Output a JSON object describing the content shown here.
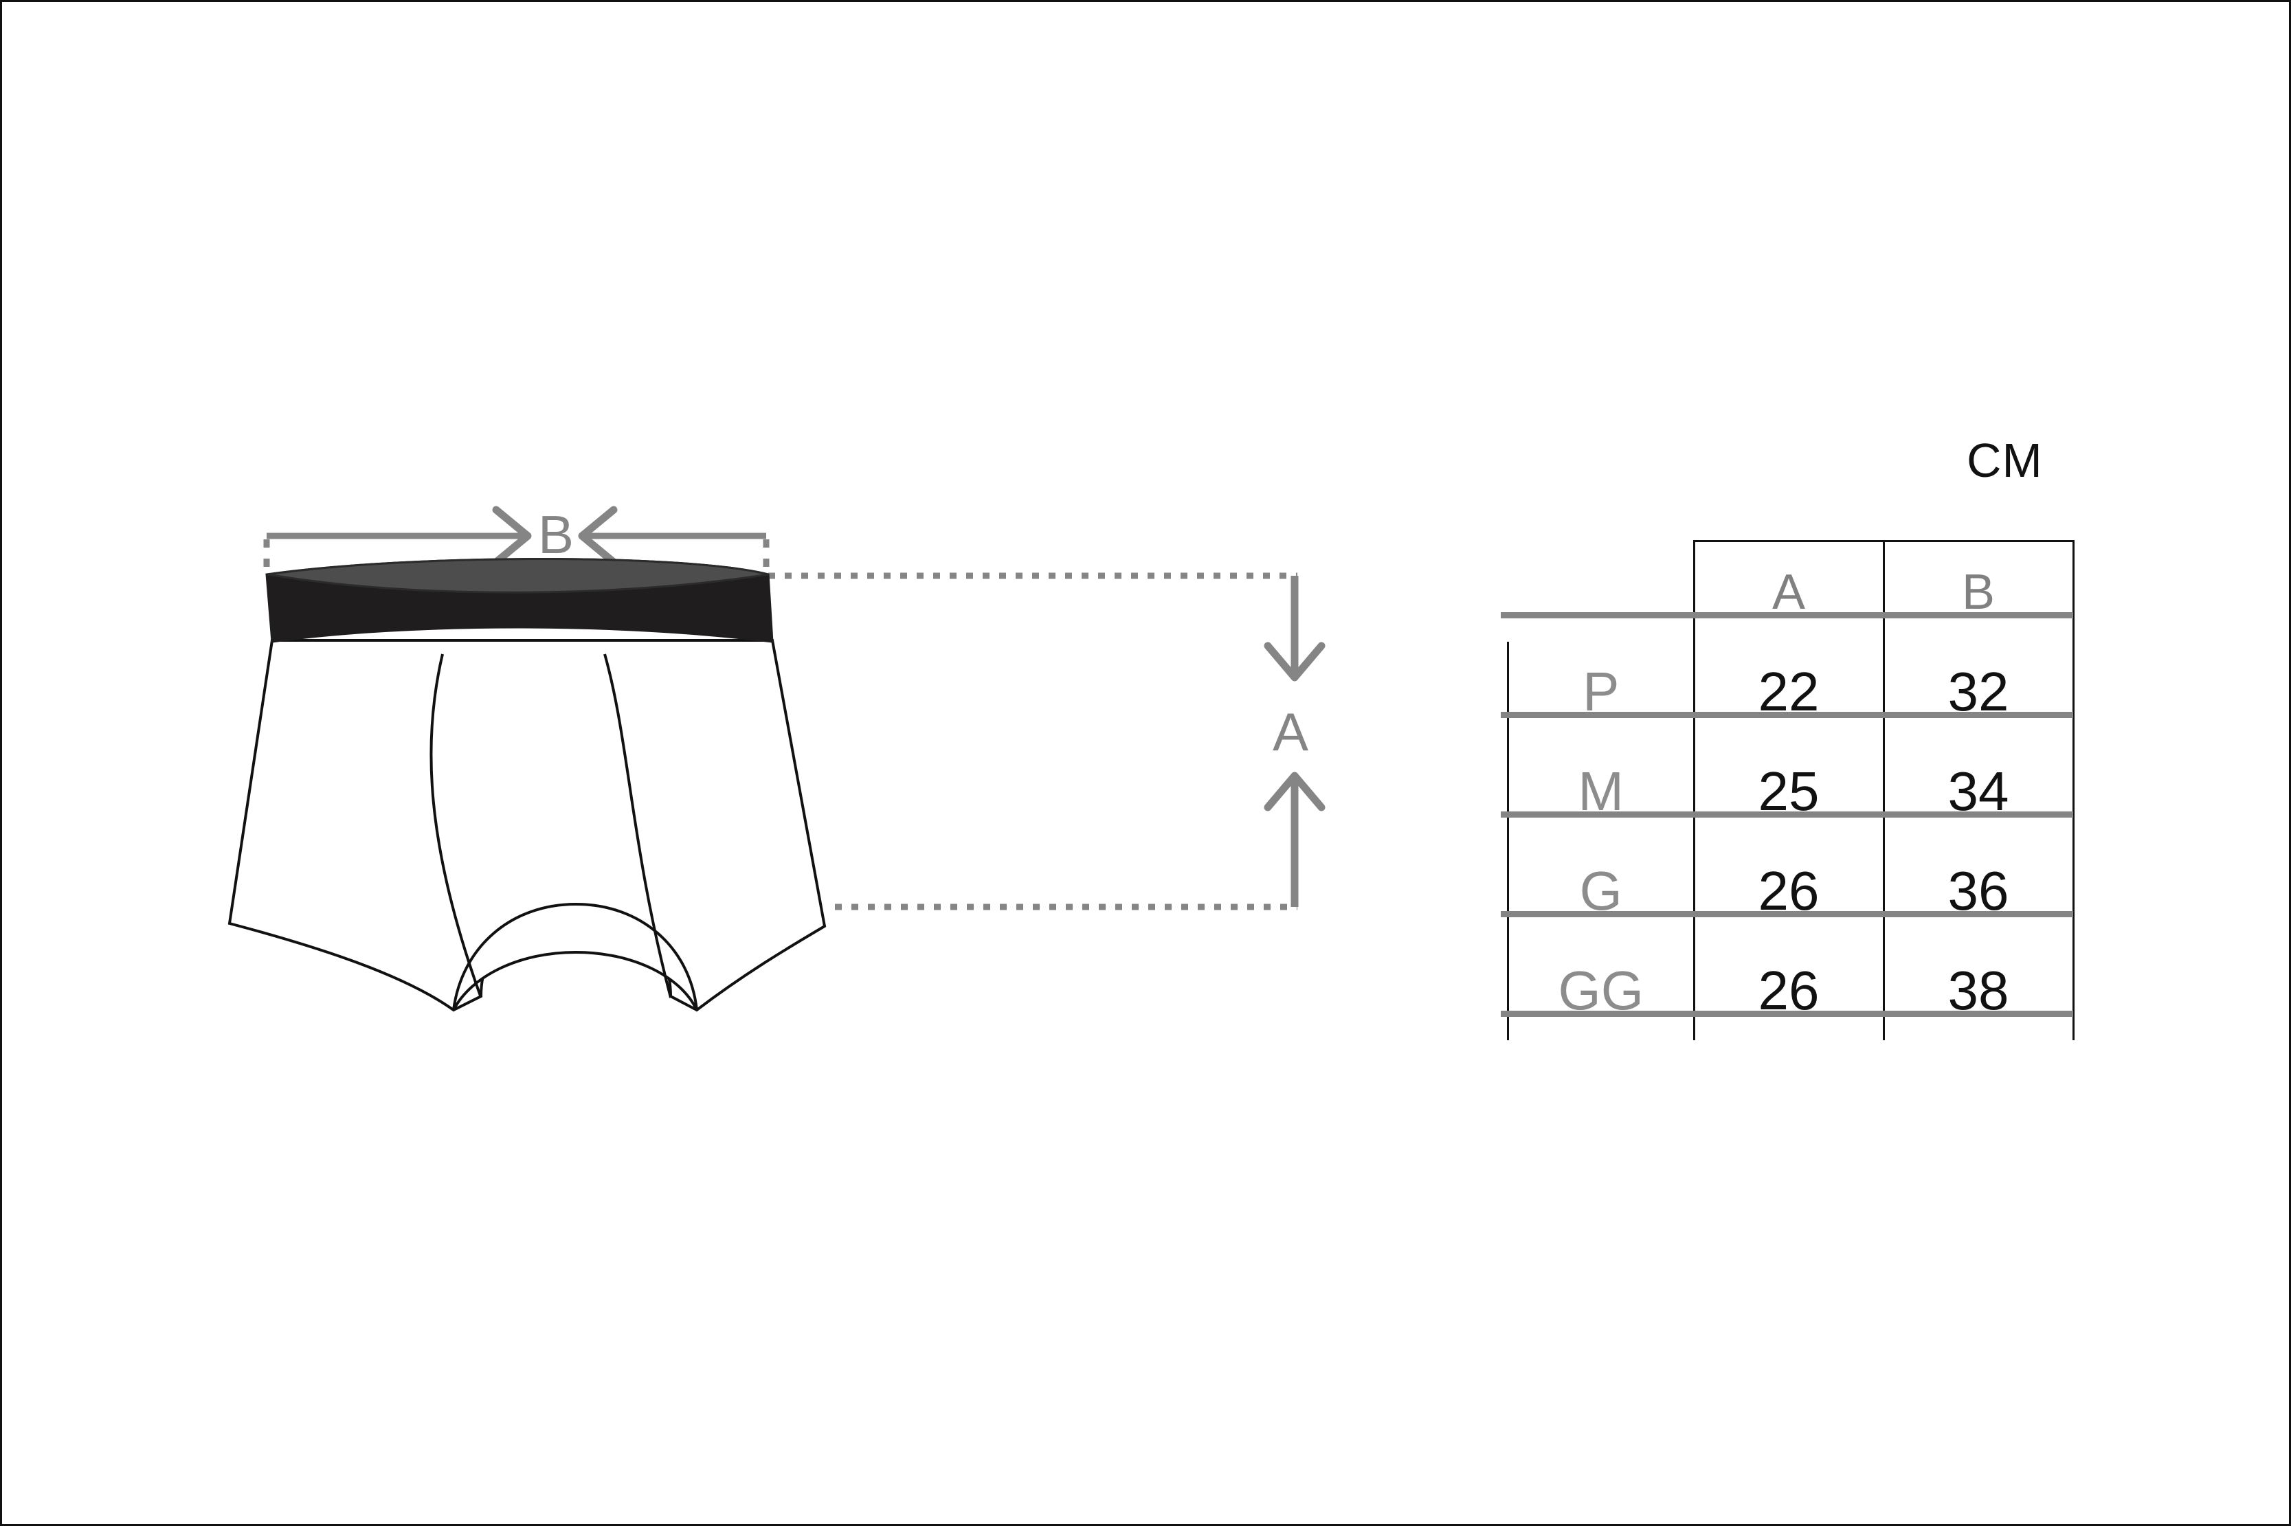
{
  "unit_label": "CM",
  "diagram": {
    "dimension_b": {
      "label": "B",
      "orientation": "horizontal",
      "description": "waistband width"
    },
    "dimension_a": {
      "label": "A",
      "orientation": "vertical",
      "description": "garment length"
    },
    "garment": "boxer-brief"
  },
  "colors": {
    "waistband_outer": "#1f1d1d",
    "waistband_inner": "#4d4d4d",
    "dimension_line": "#858585",
    "outline": "#111111",
    "header_text": "#808080",
    "size_label_text": "#8c8c8c",
    "value_text": "#111111",
    "table_rule": "#858585",
    "frame": "#111111"
  },
  "chart_data": {
    "type": "table",
    "title": "CM",
    "columns": [
      "",
      "A",
      "B"
    ],
    "rows": [
      {
        "size": "P",
        "A": "22",
        "B": "32"
      },
      {
        "size": "M",
        "A": "25",
        "B": "34"
      },
      {
        "size": "G",
        "A": "26",
        "B": "36"
      },
      {
        "size": "GG",
        "A": "26",
        "B": "38"
      }
    ],
    "categories": [
      "P",
      "M",
      "G",
      "GG"
    ],
    "series": [
      {
        "name": "A",
        "values": [
          22,
          25,
          26,
          26
        ]
      },
      {
        "name": "B",
        "values": [
          32,
          34,
          36,
          38
        ]
      }
    ],
    "units": "cm"
  }
}
